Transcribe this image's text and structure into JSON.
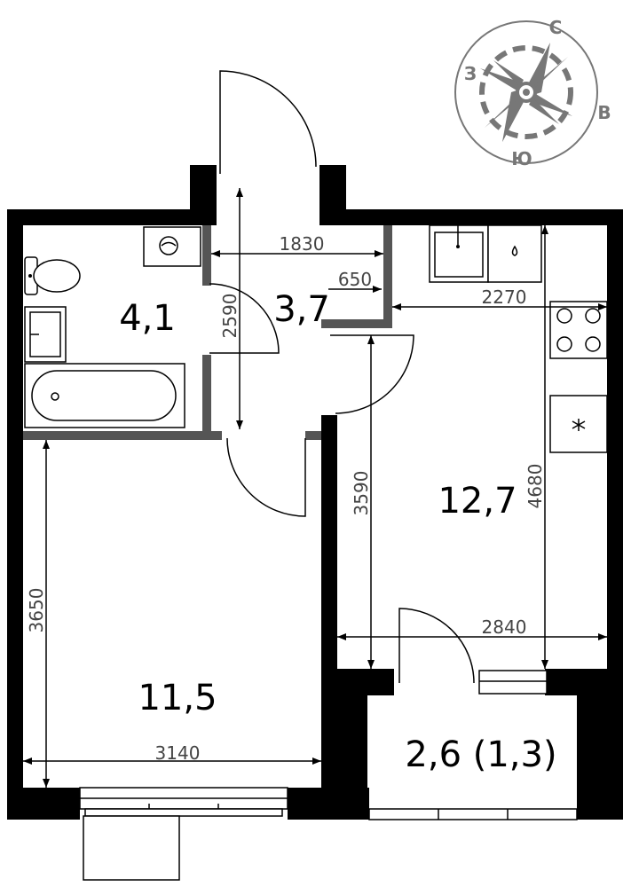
{
  "rooms": {
    "bathroom": "4,1",
    "hall": "3,7",
    "bedroom": "11,5",
    "kitchen": "12,7",
    "balcony": "2,6 (1,3)"
  },
  "dimensions": {
    "hall_width": "1830",
    "hall_length": "2590",
    "hall_niche": "650",
    "kitchen_top": "2270",
    "kitchen_height_left": "3590",
    "kitchen_height_right": "4680",
    "kitchen_bottom": "2840",
    "bedroom_height": "3650",
    "bedroom_width": "3140"
  },
  "compass": {
    "north": "С",
    "west": "З",
    "east": "В",
    "south": "Ю"
  }
}
